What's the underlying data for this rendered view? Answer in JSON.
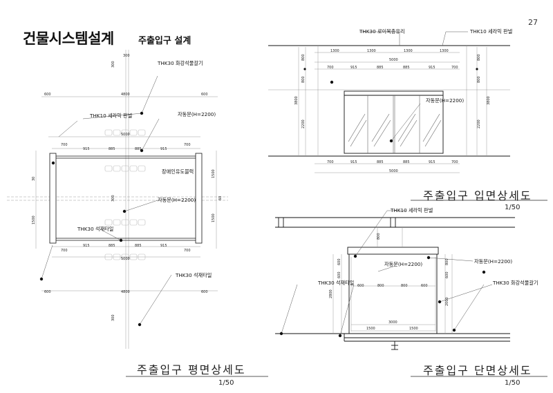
{
  "header": {
    "page_number": "27",
    "title": "건물시스템설계",
    "subtitle": "주출입구 설계"
  },
  "plan": {
    "title": "주출입구 평면상세도",
    "scale": "1/50",
    "dims": {
      "top_300": "300",
      "top_300_v": "300",
      "top_4800": "4800",
      "top_600_l": "600",
      "top_600_r": "600",
      "top_5000": "5000",
      "top_700_l": "700",
      "top_915_l": "915",
      "top_885_l": "885",
      "top_885_r": "885",
      "top_915_r": "915",
      "top_700_r": "700",
      "left_30": "30",
      "left_1500": "1500",
      "right_1500_a": "1500",
      "right_1500_b": "1500",
      "right_60": "60",
      "mid_300": "300",
      "bot_700_l": "700",
      "bot_915_l": "915",
      "bot_885_l": "885",
      "bot_885_r": "885",
      "bot_915_r": "915",
      "bot_700_r": "700",
      "bot_5000": "5000",
      "bot_4800": "4800",
      "bot_600_l": "600",
      "bot_600_r": "600",
      "bot_300": "300"
    },
    "labels": {
      "granite_top": "THK30 화강석물갈기",
      "ceramic": "THK10 세라믹 판넬",
      "autodoor_top": "자동문(H=2200)",
      "braille": "장애인유도블럭",
      "autodoor_mid": "자동문(H=2200)",
      "stone_tile_mid": "THK30 석재타일",
      "stone_tile_bot": "THK30 석재타일"
    }
  },
  "elevation": {
    "title": "주출입구 입면상세도",
    "scale": "1/50",
    "dims": {
      "t_1300_a": "1300",
      "t_1300_b": "1300",
      "t_1300_c": "1300",
      "t_1300_d": "1300",
      "t_5000": "5000",
      "t_700_l": "700",
      "t_915_l": "915",
      "t_885_l": "885",
      "t_885_r": "885",
      "t_915_r": "915",
      "t_700_r": "700",
      "l_800_a": "800",
      "l_800_b": "800",
      "l_3800": "3800",
      "l_2200": "2200",
      "r_800_a": "800",
      "r_800_b": "800",
      "r_3800": "3800",
      "r_2200": "2200",
      "b_700_l": "700",
      "b_915_l": "915",
      "b_885_l": "885",
      "b_885_r": "885",
      "b_915_r": "915",
      "b_700_r": "700",
      "b_5000": "5000"
    },
    "labels": {
      "glass": "THK30 로이복층유리",
      "ceramic": "THK10 세라믹 판넬",
      "autodoor": "자동문(H=2200)"
    }
  },
  "section": {
    "title": "주출입구 단면상세도",
    "scale": "1/50",
    "dims": {
      "s_800": "800",
      "s_600_a": "600",
      "s_600_b": "600",
      "s_2800": "2800",
      "s_800_r": "800",
      "s_600_r": "600",
      "s_2000": "2000",
      "w_600_l": "600",
      "w_800_a": "800",
      "w_800_b": "800",
      "w_600_r": "600",
      "w_3000": "3000",
      "w_1500_a": "1500",
      "w_1500_b": "1500"
    },
    "labels": {
      "ceramic": "THK10 세라믹 판넬",
      "autodoor_l": "자동문(H=2200)",
      "autodoor_r": "자동문(H=2200)",
      "stone_tile": "THK30 석재타일",
      "granite": "THK30 화강석물갈기"
    }
  }
}
